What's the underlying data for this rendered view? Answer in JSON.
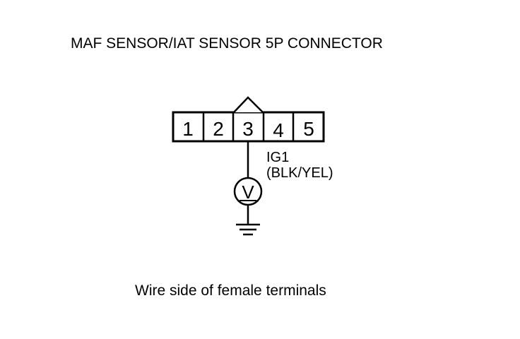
{
  "diagram": {
    "title": "MAF SENSOR/IAT SENSOR 5P CONNECTOR",
    "caption": "Wire side of female terminals",
    "connector": {
      "pins": [
        "1",
        "2",
        "3",
        "4",
        "5"
      ],
      "measured_pin": "3"
    },
    "wire": {
      "circuit": "IG1",
      "color": "(BLK/YEL)"
    },
    "meter": {
      "symbol": "V"
    }
  }
}
